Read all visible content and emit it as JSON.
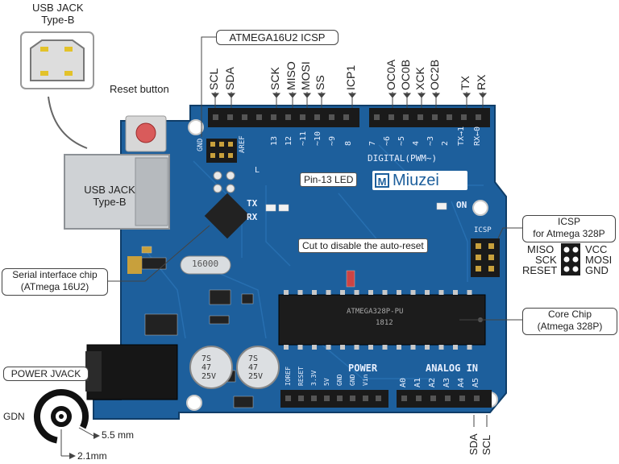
{
  "usb_top_label": {
    "line1": "USB JACK",
    "line2": "Type-B"
  },
  "usb_board_label": {
    "line1": "USB JACK",
    "line2": "Type-B"
  },
  "reset_button": "Reset button",
  "icsp16u2": "ATMEGA16U2 ICSP",
  "top_pins": [
    "SCL",
    "SDA",
    "SCK",
    "MISO",
    "MOSI",
    "SS",
    "ICP1",
    "OC0A",
    "OC0B",
    "XCK",
    "OC2B",
    "TX",
    "RX"
  ],
  "board_silk": {
    "gnd": "GND",
    "aref": "AREF",
    "digital_nums": [
      "13",
      "12",
      "~11",
      "~10",
      "~9",
      "8",
      "7",
      "~6",
      "~5",
      "4",
      "~3",
      "2",
      "TX→1",
      "RX←0"
    ],
    "digital": "DIGITAL(PWM~)",
    "tx": "TX",
    "rx": "RX",
    "l": "L",
    "on": "ON",
    "icsp": "ICSP",
    "brand": "Miuzei",
    "power": "POWER",
    "analog": "ANALOG IN",
    "power_pins": [
      "IOREF",
      "RESET",
      "3.3V",
      "5V",
      "GND",
      "GND",
      "Vin"
    ],
    "analog_pins": [
      "A0",
      "A1",
      "A2",
      "A3",
      "A4",
      "A5"
    ],
    "chip_text1": "ATMEGA328P-PU",
    "chip_text2": "1812",
    "crystal": "16000",
    "cap_text": [
      "47",
      "25V"
    ],
    "cap_brand": "7S"
  },
  "pin13_led": "Pin-13 LED",
  "cut_label": "Cut to disable the auto-reset",
  "icsp328": {
    "line1": "ICSP",
    "line2": "for Atmega 328P"
  },
  "icsp_pins": {
    "miso": "MISO",
    "vcc": "VCC",
    "sck": "SCK",
    "mosi": "MOSI",
    "reset": "RESET",
    "gnd": "GND"
  },
  "serial_chip": {
    "line1": "Serial interface chip",
    "line2": "(ATmega 16U2)"
  },
  "core_chip": {
    "line1": "Core Chip",
    "line2": "(Atmega 328P)"
  },
  "power_jack": "POWER JVACK",
  "gdn": "GDN",
  "dim_outer": "5.5 mm",
  "dim_inner": "2.1mm",
  "bottom_pins": [
    "SDA",
    "SCL"
  ],
  "colors": {
    "board": "#1d5f9c",
    "board_dark": "#174f85",
    "header": "#1a1a1a",
    "chip": "#1c1c1c",
    "silk": "#e8f0ff"
  }
}
